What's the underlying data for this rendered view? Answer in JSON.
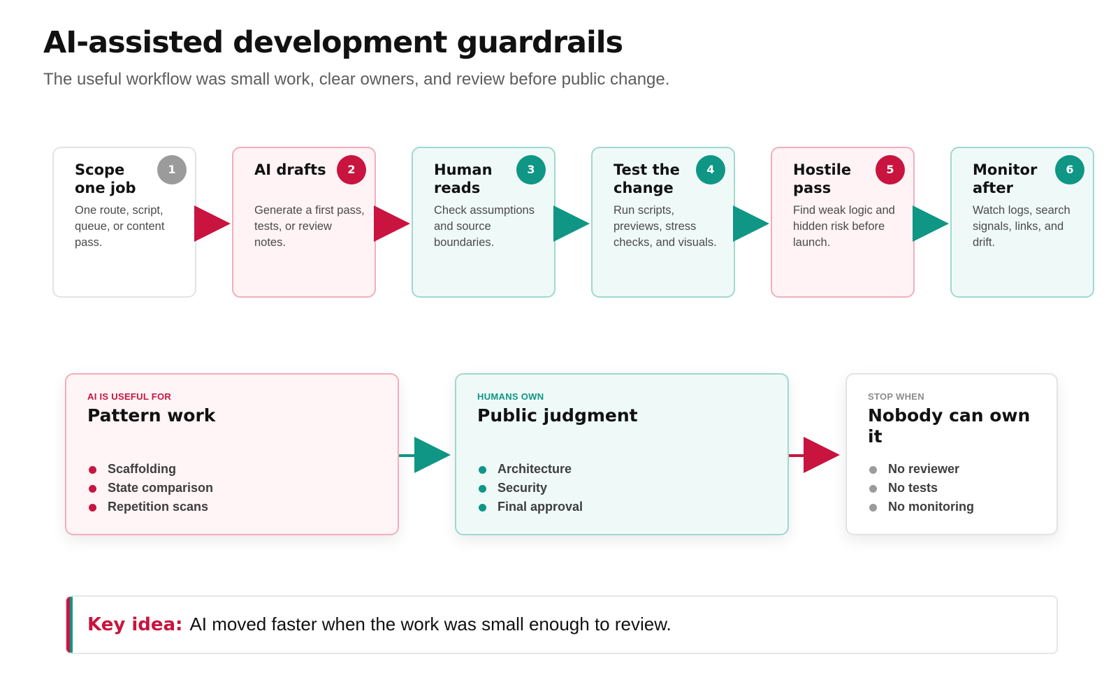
{
  "header": {
    "title": "AI-assisted development guardrails",
    "subtitle": "The useful workflow was small work, clear owners, and review before public change."
  },
  "steps": [
    {
      "number": "1",
      "title": "Scope one job",
      "description": "One route, script, queue, or content pass.",
      "tone": "white"
    },
    {
      "number": "2",
      "title": "AI drafts",
      "description": "Generate a first pass, tests, or review notes.",
      "tone": "pink"
    },
    {
      "number": "3",
      "title": "Human reads",
      "description": "Check assumptions and source boundaries.",
      "tone": "teal"
    },
    {
      "number": "4",
      "title": "Test the change",
      "description": "Run scripts, previews, stress checks, and visuals.",
      "tone": "teal"
    },
    {
      "number": "5",
      "title": "Hostile pass",
      "description": "Find weak logic and hidden risk before launch.",
      "tone": "pink"
    },
    {
      "number": "6",
      "title": "Monitor after",
      "description": "Watch logs, search signals, links, and drift.",
      "tone": "teal"
    }
  ],
  "panels": [
    {
      "kicker": "AI IS USEFUL FOR",
      "title": "Pattern work",
      "items": [
        "Scaffolding",
        "State comparison",
        "Repetition scans"
      ]
    },
    {
      "kicker": "HUMANS OWN",
      "title": "Public judgment",
      "items": [
        "Architecture",
        "Security",
        "Final approval"
      ]
    },
    {
      "kicker": "STOP WHEN",
      "title": "Nobody can own it",
      "items": [
        "No reviewer",
        "No tests",
        "No monitoring"
      ]
    }
  ],
  "key_idea": {
    "label": "Key idea:",
    "text": "AI moved faster when the work was small enough to review."
  },
  "colors": {
    "red": "#c8143f",
    "teal": "#0f9685",
    "gray": "#9b9b9b"
  }
}
